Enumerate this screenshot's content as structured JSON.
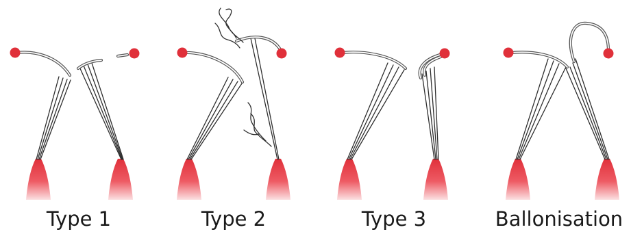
{
  "colors": {
    "accent": "#e0303a",
    "bulb_light": "#fbe0e2",
    "thread": "#2e2e2e",
    "fiber_edge": "#555555",
    "text": "#1a1a1a"
  },
  "panels": [
    {
      "label": "Type 1"
    },
    {
      "label": "Type 2"
    },
    {
      "label": "Type 3"
    },
    {
      "label": "Ballonisation"
    }
  ]
}
